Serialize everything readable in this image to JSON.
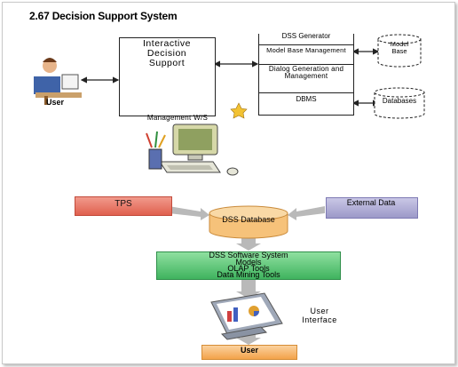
{
  "title": "2.67 Decision Support System",
  "top_diagram": {
    "user_label": "User",
    "interactive_box": "Interactive Decision Support",
    "management_label": "Management W/S",
    "stack_items": [
      "DSS Generator",
      "Model Base Management",
      "Dialog Generation and Management",
      "DBMS"
    ],
    "model_base_label": "Model Base",
    "databases_label": "Databases"
  },
  "bottom_diagram": {
    "tps_label": "TPS",
    "external_data_label": "External Data",
    "dss_database_label": "DSS Database",
    "software_lines": [
      "DSS Software System",
      "Models",
      "OLAP Tools",
      "Data Mining Tools"
    ],
    "user_interface_label": "User Interface",
    "user_label": "User"
  },
  "colors": {
    "tps": "#e87b6a",
    "external_data": "#b6b4d6",
    "dss_database": "#f6c27a",
    "software_system": "#6fcf86",
    "user_box": "#f6b96e"
  }
}
